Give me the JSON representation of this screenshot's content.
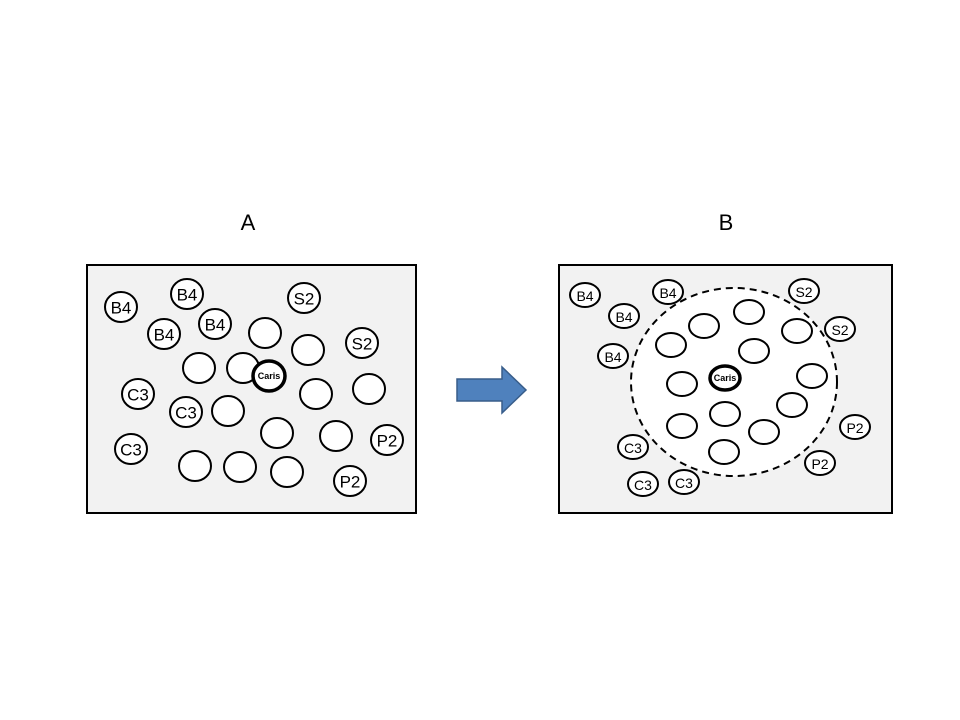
{
  "panels": {
    "a": {
      "title": "A",
      "nodes": {
        "b4_1": "B4",
        "b4_2": "B4",
        "b4_3": "B4",
        "b4_4": "B4",
        "s2_1": "S2",
        "s2_2": "S2",
        "c3_1": "C3",
        "c3_2": "C3",
        "c3_3": "C3",
        "p2_1": "P2",
        "p2_2": "P2",
        "caris": "Caris"
      }
    },
    "b": {
      "title": "B",
      "nodes": {
        "b4_1": "B4",
        "b4_2": "B4",
        "b4_3": "B4",
        "b4_4": "B4",
        "s2_1": "S2",
        "s2_2": "S2",
        "c3_1": "C3",
        "c3_2": "C3",
        "c3_3": "C3",
        "p2_1": "P2",
        "p2_2": "P2",
        "caris": "Caris"
      }
    }
  },
  "colors": {
    "panel_fill": "#f2f2f2",
    "arrow_fill": "#4f81bd",
    "arrow_stroke": "#385d8a"
  }
}
